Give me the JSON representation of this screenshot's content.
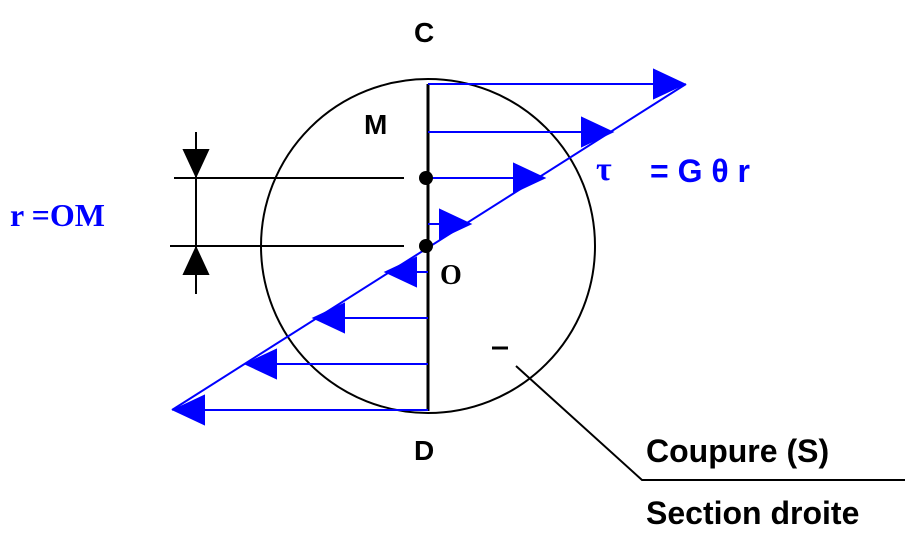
{
  "labels": {
    "top_point": "C",
    "bottom_point": "D",
    "point_m": "M",
    "center": "O",
    "radius": "r =OM",
    "stress_symbol": "τ",
    "stress_formula": "= G θ r",
    "cut_label": "Coupure (S)",
    "section_label": "Section droite"
  },
  "colors": {
    "stress": "#0000ff",
    "outline": "#000000",
    "background": "#ffffff"
  },
  "stress_distribution": {
    "description_type": "linear",
    "arrows_above_center": 4,
    "arrows_below_center": 4
  }
}
